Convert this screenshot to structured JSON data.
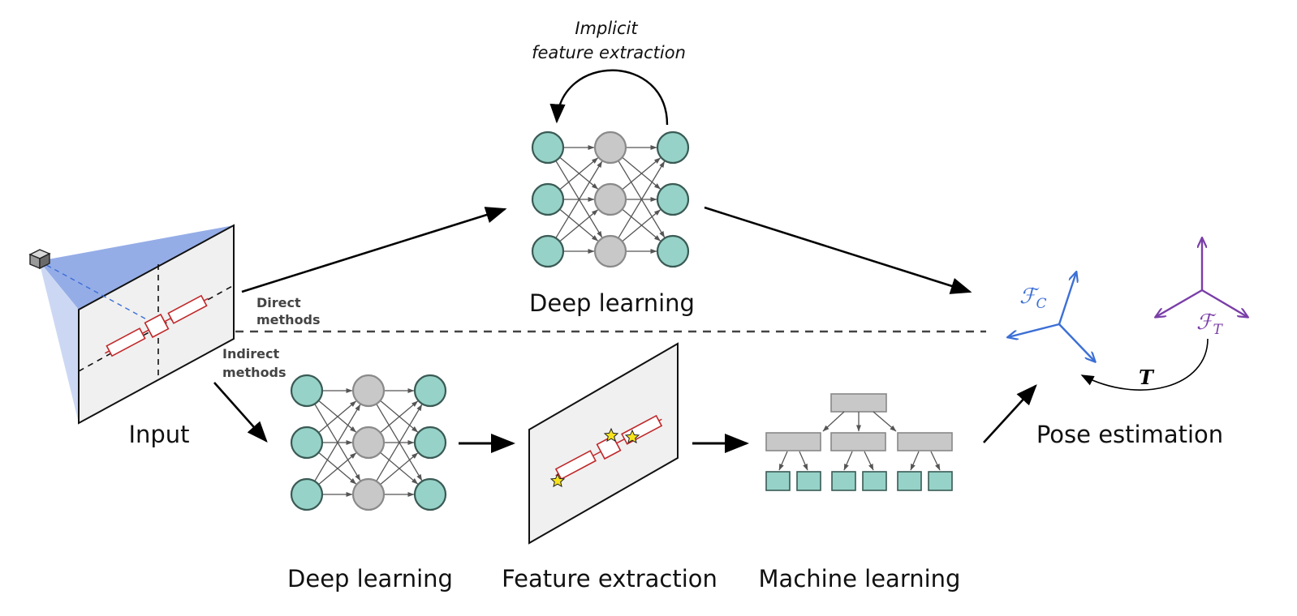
{
  "labels": {
    "input": "Input",
    "direct_methods_line1": "Direct",
    "direct_methods_line2": "methods",
    "indirect_methods_line1": "Indirect",
    "indirect_methods_line2": "methods",
    "implicit_line1": "Implicit",
    "implicit_line2": "feature extraction",
    "deep_learning_top": "Deep learning",
    "deep_learning_bottom": "Deep learning",
    "feature_extraction": "Feature extraction",
    "machine_learning": "Machine learning",
    "pose_estimation": "Pose estimation",
    "frame_c_symbol": "ℱ",
    "frame_c_sub": "C",
    "frame_t_symbol": "ℱ",
    "frame_t_sub": "T",
    "transform_symbol": "T"
  },
  "colors": {
    "node_teal": "#96d2c8",
    "node_gray": "#c8c8c8",
    "node_stroke": "#3a5a54",
    "frame_c": "#3c6fd6",
    "frame_t": "#7a3ea8",
    "satellite_red": "#c0282a",
    "star_yellow": "#f6e31c",
    "panel_fill": "#f0f0f0",
    "frustum_blue": "#7f9de3"
  }
}
